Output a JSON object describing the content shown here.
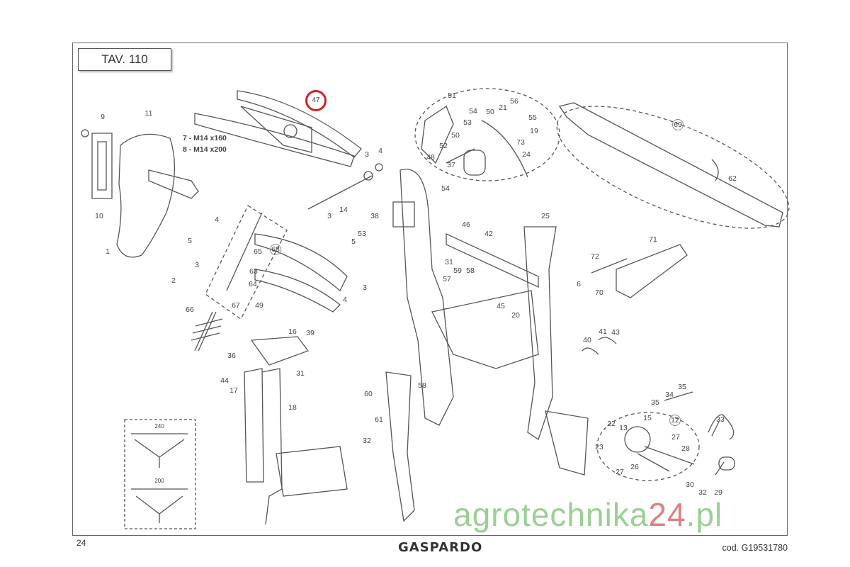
{
  "sheet": {
    "title": "TAV. 110",
    "page_number": "24",
    "brand": "GASPARDO",
    "code": "cod.  G19531780",
    "watermark": {
      "main": "agrotechnika",
      "accent": "24",
      "suffix": ".pl"
    },
    "highlight_color": "#d32020"
  },
  "callouts": [
    "9",
    "11",
    "7 - M14 x160",
    "8 - M14 x200",
    "10",
    "1",
    "47",
    "3",
    "4",
    "14",
    "3",
    "4",
    "5",
    "3",
    "2",
    "65",
    "68",
    "63",
    "64",
    "67",
    "66",
    "49",
    "38",
    "53",
    "5",
    "3",
    "4",
    "54",
    "46",
    "42",
    "31",
    "57",
    "59",
    "58",
    "25",
    "45",
    "20",
    "71",
    "72",
    "6",
    "70",
    "41",
    "43",
    "40",
    "16",
    "39",
    "36",
    "31",
    "44",
    "17",
    "18",
    "60",
    "58",
    "61",
    "32",
    "51",
    "54",
    "53",
    "50",
    "52",
    "48",
    "37",
    "50",
    "21",
    "56",
    "55",
    "19",
    "73",
    "24",
    "69",
    "62",
    "35",
    "34",
    "35",
    "15",
    "12",
    "22",
    "13",
    "27",
    "23",
    "28",
    "33",
    "26",
    "27",
    "30",
    "32",
    "29"
  ],
  "dimensions": [
    "240",
    "200"
  ]
}
